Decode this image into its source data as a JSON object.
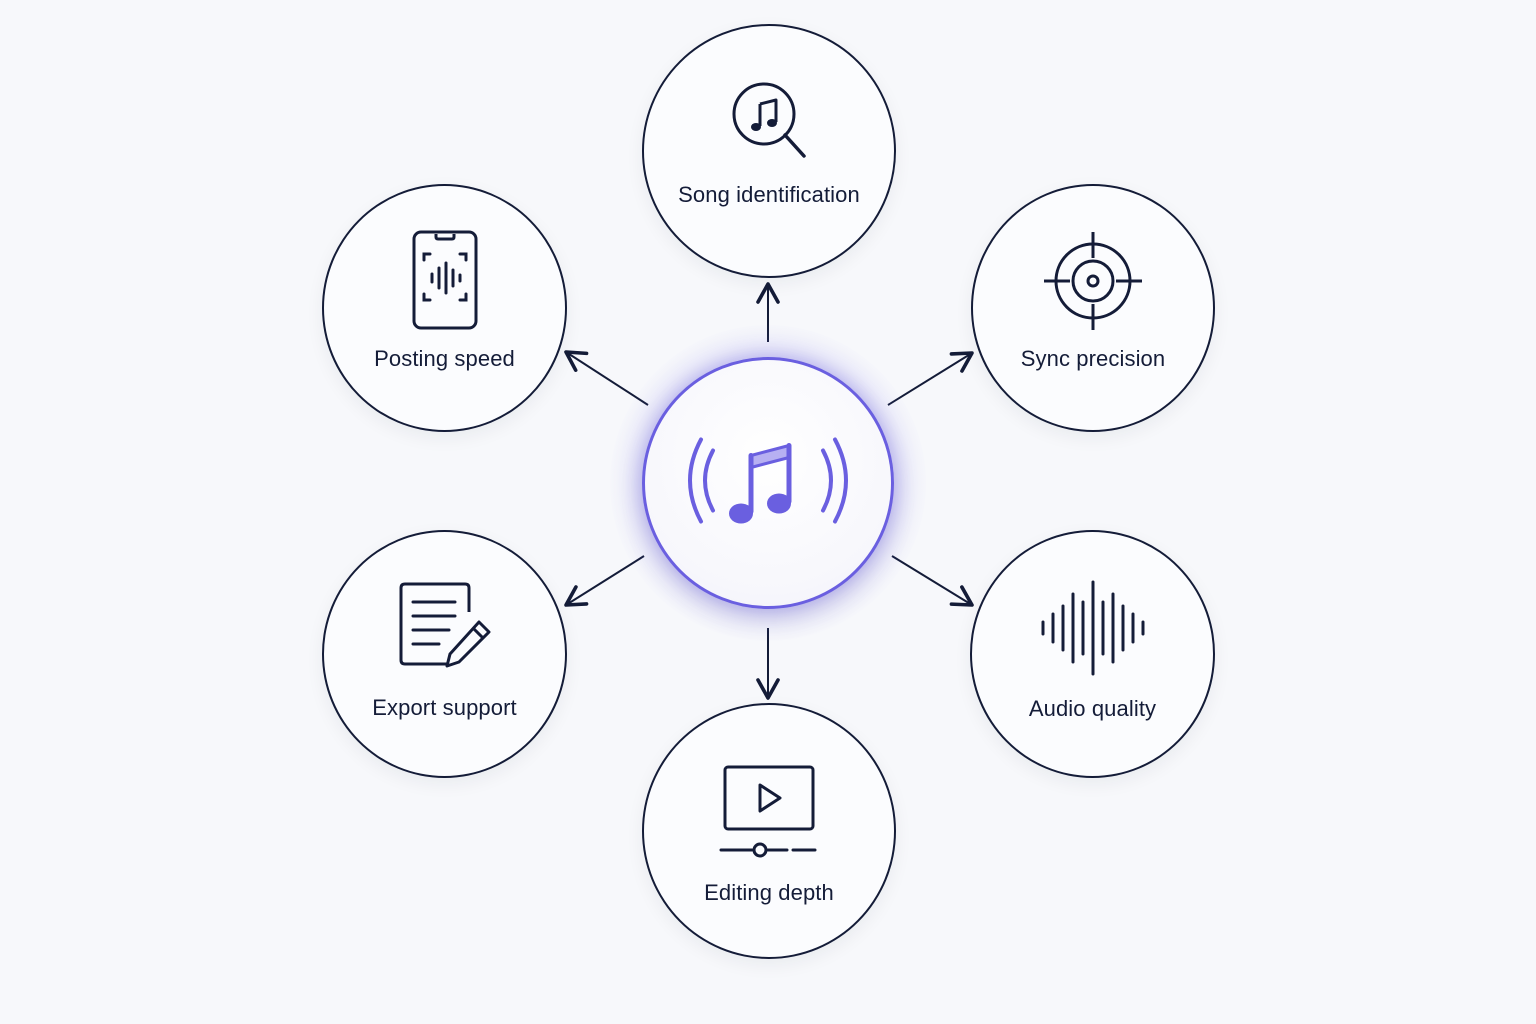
{
  "diagram": {
    "center": {
      "icon": "music-broadcast-icon"
    },
    "nodes": [
      {
        "id": "song-identification",
        "label": "Song identification",
        "icon": "music-search-icon"
      },
      {
        "id": "sync-precision",
        "label": "Sync precision",
        "icon": "crosshair-target-icon"
      },
      {
        "id": "audio-quality",
        "label": "Audio quality",
        "icon": "soundwave-icon"
      },
      {
        "id": "editing-depth",
        "label": "Editing depth",
        "icon": "video-timeline-icon"
      },
      {
        "id": "export-support",
        "label": "Export support",
        "icon": "document-edit-icon"
      },
      {
        "id": "posting-speed",
        "label": "Posting speed",
        "icon": "phone-audio-icon"
      }
    ]
  },
  "colors": {
    "stroke": "#141c38",
    "accent": "#6a5fe0",
    "background": "#f7f8fb"
  }
}
